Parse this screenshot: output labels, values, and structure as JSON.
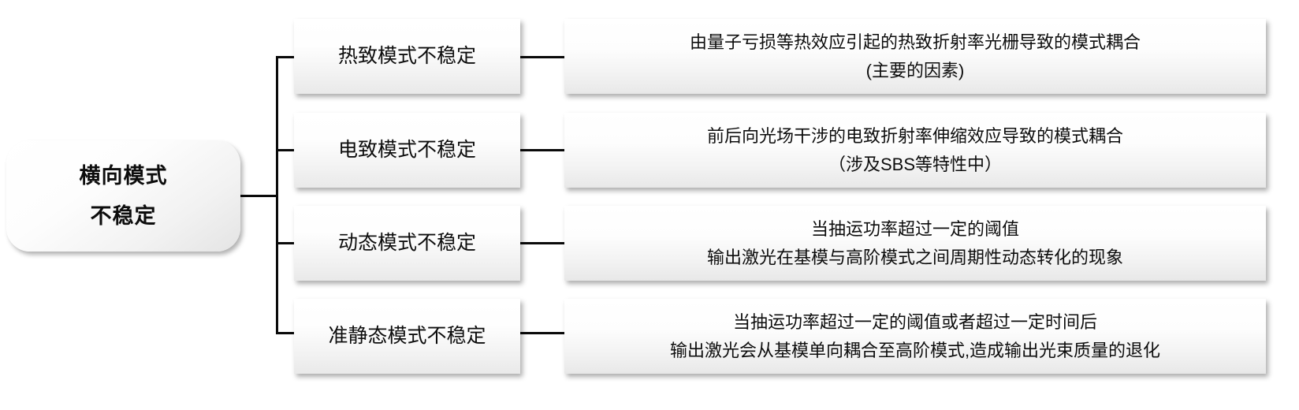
{
  "diagram": {
    "type": "tree-mindmap",
    "root": {
      "lines": [
        "横向模式",
        "不稳定"
      ]
    },
    "branches": [
      {
        "category": "热致模式不稳定",
        "description_lines": [
          "由量子亏损等热效应引起的热致折射率光栅导致的模式耦合",
          "(主要的因素)"
        ]
      },
      {
        "category": "电致模式不稳定",
        "description_lines": [
          "前后向光场干涉的电致折射率伸缩效应导致的模式耦合",
          "（涉及SBS等特性中）"
        ]
      },
      {
        "category": "动态模式不稳定",
        "description_lines": [
          "当抽运功率超过一定的阈值",
          "输出激光在基模与高阶模式之间周期性动态转化的现象"
        ]
      },
      {
        "category": "准静态模式不稳定",
        "description_lines": [
          "当抽运功率超过一定的阈值或者超过一定时间后",
          "输出激光会从基模单向耦合至高阶模式,造成输出光束质量的退化"
        ]
      }
    ],
    "colors": {
      "background": "#ffffff",
      "text": "#0d0d0d",
      "connector": "#0a0a0a",
      "box_fill_top": "#ffffff",
      "box_fill_bottom": "#e8e8e8"
    }
  }
}
